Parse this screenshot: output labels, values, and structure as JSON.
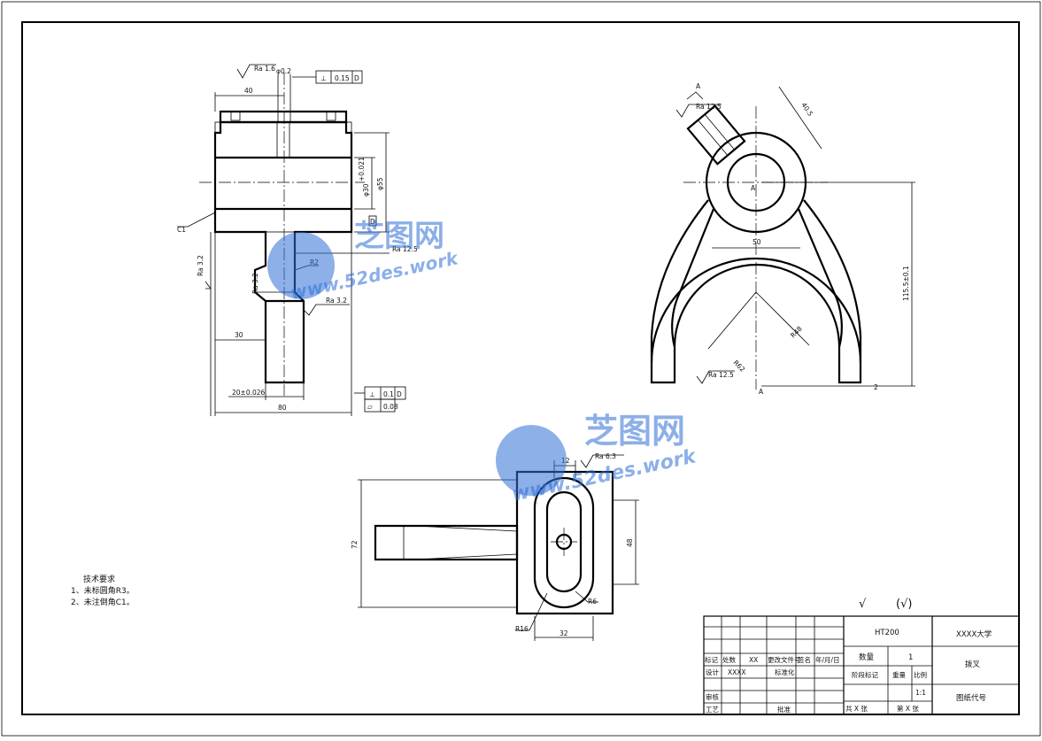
{
  "front_view": {
    "roughness_top": "Ra 1.6",
    "dim_top_small": "φ0.2",
    "dim_overall_top": "40",
    "flatness_frame": {
      "symbol": "⊥",
      "tolerance": "0.15",
      "datum": "D"
    },
    "chamfer": "C1",
    "dim_bore": "φ30",
    "dim_bore_tol": "+0.021",
    "dim_outer": "φ55",
    "datum_label": "D",
    "roughness_right": "Ra 12.5",
    "roughness_left": "Ra 3.2",
    "roughness_shaft": "Ra 3.2",
    "roughness_step": "Ra 3.2",
    "radius_label": "R2",
    "dim_30": "30",
    "dim_shaft": "20±0.026",
    "dim_80": "80",
    "gdt1": {
      "symbol": "⊥",
      "tolerance": "0.1",
      "datum": "D"
    },
    "gdt2": {
      "symbol": "⏥",
      "tolerance": "0.08"
    }
  },
  "side_view": {
    "section_mark": "A",
    "roughness_top": "Ra 12.5",
    "dim_slot": "40.5",
    "center_label": "A",
    "dim_50": "50",
    "dim_height": "115.5±0.1",
    "dim_r48": "R48",
    "dim_r62": "R62",
    "roughness_bottom": "Ra 12.5",
    "bottom_label": "A",
    "dim_2": "2"
  },
  "top_view": {
    "dim_12": "12",
    "roughness": "Ra 6.3",
    "dim_72": "72",
    "dim_48": "48",
    "radius_r6": "R6",
    "radius_r16": "R16",
    "dim_32": "32"
  },
  "watermark": {
    "title": "芝图网",
    "url": "www.52des.work"
  },
  "tech_requirements": {
    "heading": "技术要求",
    "items": [
      "1、未标圆角R3。",
      "2、未注倒角C1。"
    ]
  },
  "surface_symbols": {
    "main": "√",
    "bracket": "(√)"
  },
  "title_block": {
    "material": "HT200",
    "school": "XXXX大学",
    "part_name": "拨叉",
    "header_cells": [
      "标记",
      "处数",
      "XX",
      "更改文件号",
      "签名",
      "年/月/日"
    ],
    "design_label": "设计",
    "design_value": "XXXX",
    "standardize_label": "标准化",
    "audit_label": "审核",
    "craft_label": "工艺",
    "approve_label": "批准",
    "quantity_label": "数量",
    "quantity_value": "1",
    "stage_label": "阶段标记",
    "weight_label": "重量",
    "scale_label": "比例",
    "scale_value": "1:1",
    "sheets_total": "共 X 张",
    "sheet_number": "第 X 张",
    "drawing_code": "图纸代号"
  }
}
